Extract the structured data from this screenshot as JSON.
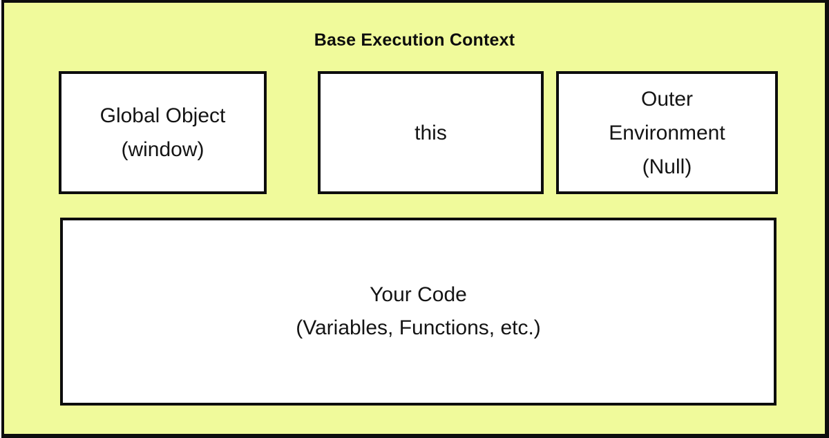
{
  "diagram": {
    "title": "Base Execution Context",
    "boxes": {
      "global_object": {
        "name": "Global Object (window)",
        "lines": [
          "Global Object",
          "(window)"
        ]
      },
      "this_box": {
        "name": "this",
        "lines": [
          "this"
        ]
      },
      "outer_environment": {
        "name": "Outer Environment (Null)",
        "lines": [
          "Outer",
          "Environment",
          "(Null)"
        ]
      },
      "your_code": {
        "name": "Your Code (Variables, Functions, etc.)",
        "lines": [
          "Your Code",
          "(Variables, Functions, etc.)"
        ]
      }
    },
    "colors": {
      "background": "#f0fa9b",
      "box_fill": "#ffffff",
      "border": "#0d0d0d",
      "text": "#141414"
    }
  }
}
